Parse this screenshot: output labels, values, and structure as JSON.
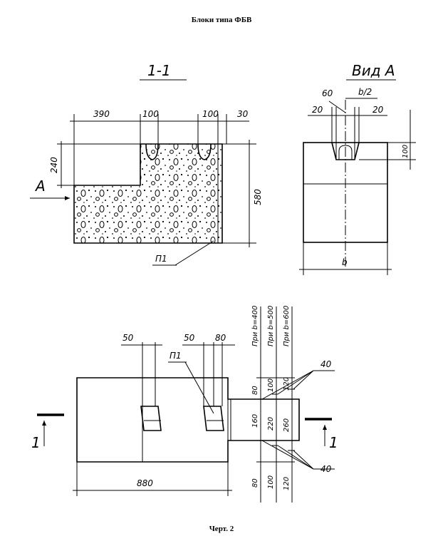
{
  "header": {
    "title": "Блоки типа ФБВ"
  },
  "footer": {
    "caption": "Черт. 2"
  },
  "section_view": {
    "label": "1-1",
    "dims": {
      "d390": "390",
      "d100a": "100",
      "d100b": "100",
      "d30": "30",
      "d240": "240",
      "d580": "580"
    },
    "arrow_label": "A",
    "part_label": "П1"
  },
  "side_view": {
    "label": "Вид A",
    "dims": {
      "d60": "60",
      "b2": "b/2",
      "d20a": "20",
      "d20b": "20",
      "d100": "100",
      "b": "b"
    }
  },
  "plan_view": {
    "dims": {
      "d50a": "50",
      "d50b": "50",
      "d80": "80",
      "d880": "880",
      "d40a": "40",
      "d40b": "40"
    },
    "part_label": "П1",
    "columns": [
      {
        "header": "При b=400",
        "values": [
          "80",
          "160",
          "80"
        ]
      },
      {
        "header": "При b=500",
        "values": [
          "100",
          "220",
          "100"
        ]
      },
      {
        "header": "При b=600",
        "values": [
          "120",
          "260",
          "120"
        ]
      }
    ],
    "section_mark": "1"
  }
}
